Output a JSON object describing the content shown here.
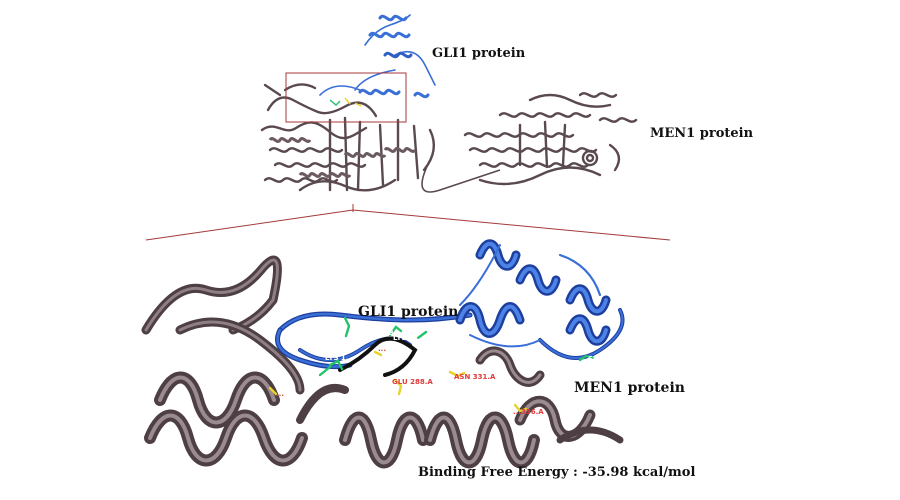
{
  "figure": {
    "labels": {
      "top_gli1": "GLI1 protein",
      "top_men1": "MEN1 protein",
      "zoom_gli1": "GLI1 protein",
      "zoom_men1": "MEN1 protein",
      "energy": "Binding Free Energy : -35.98 kcal/mol"
    },
    "residues_gli1": [
      "ARG 139.B",
      "LYS 1...",
      "THR 141.B",
      "LYS 1...",
      "SER 1..B"
    ],
    "residues_men1": [
      "...",
      "...",
      "GLU 288.A",
      "ASN 331.A",
      "...336.A"
    ],
    "colors": {
      "gli1": "#3a6fd8",
      "gli1_dark": "#1d3f9e",
      "men1": "#5a4a50",
      "men1_light": "#8e7f84",
      "residue_gli1": "#22c36a",
      "residue_men1": "#e8d32a",
      "residue_label_men1": "#e23a3a",
      "zoom_frame": "#a43a3a"
    }
  }
}
